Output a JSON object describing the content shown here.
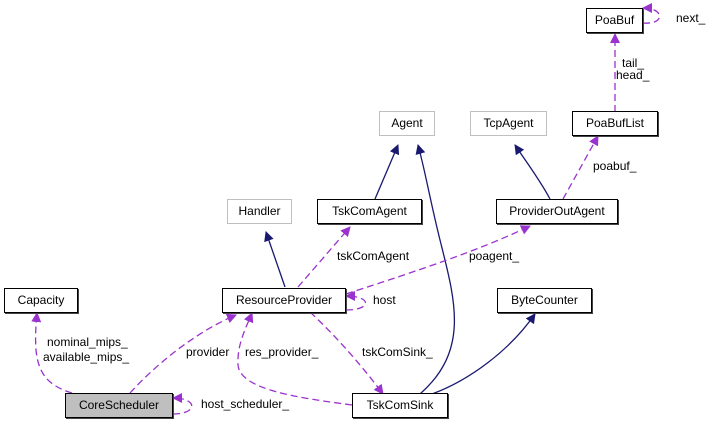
{
  "colors": {
    "inheritance": "#191970",
    "usage": "#9a32cd",
    "focus_fill": "#bfbfbf",
    "external_border": "#bfbfbf"
  },
  "nodes": {
    "poabuf": "PoaBuf",
    "poabuflist": "PoaBufList",
    "agent": "Agent",
    "tcpagent": "TcpAgent",
    "handler": "Handler",
    "tskcomagent": "TskComAgent",
    "provideroutagent": "ProviderOutAgent",
    "capacity": "Capacity",
    "resourceprovider": "ResourceProvider",
    "bytecounter": "ByteCounter",
    "corescheduler": "CoreScheduler",
    "tskcomsink": "TskComSink"
  },
  "edge_labels": {
    "next": "next_",
    "tail": "tail_",
    "head": "head_",
    "poabuf": "poabuf_",
    "tskcomagent": "tskComAgent",
    "poagent": "poagent_",
    "host": "host",
    "nominal_mips": "nominal_mips_",
    "available_mips": "available_mips_",
    "provider": "provider",
    "res_provider": "res_provider_",
    "tskcomsink": "tskComSink_",
    "host_scheduler": "host_scheduler_"
  }
}
